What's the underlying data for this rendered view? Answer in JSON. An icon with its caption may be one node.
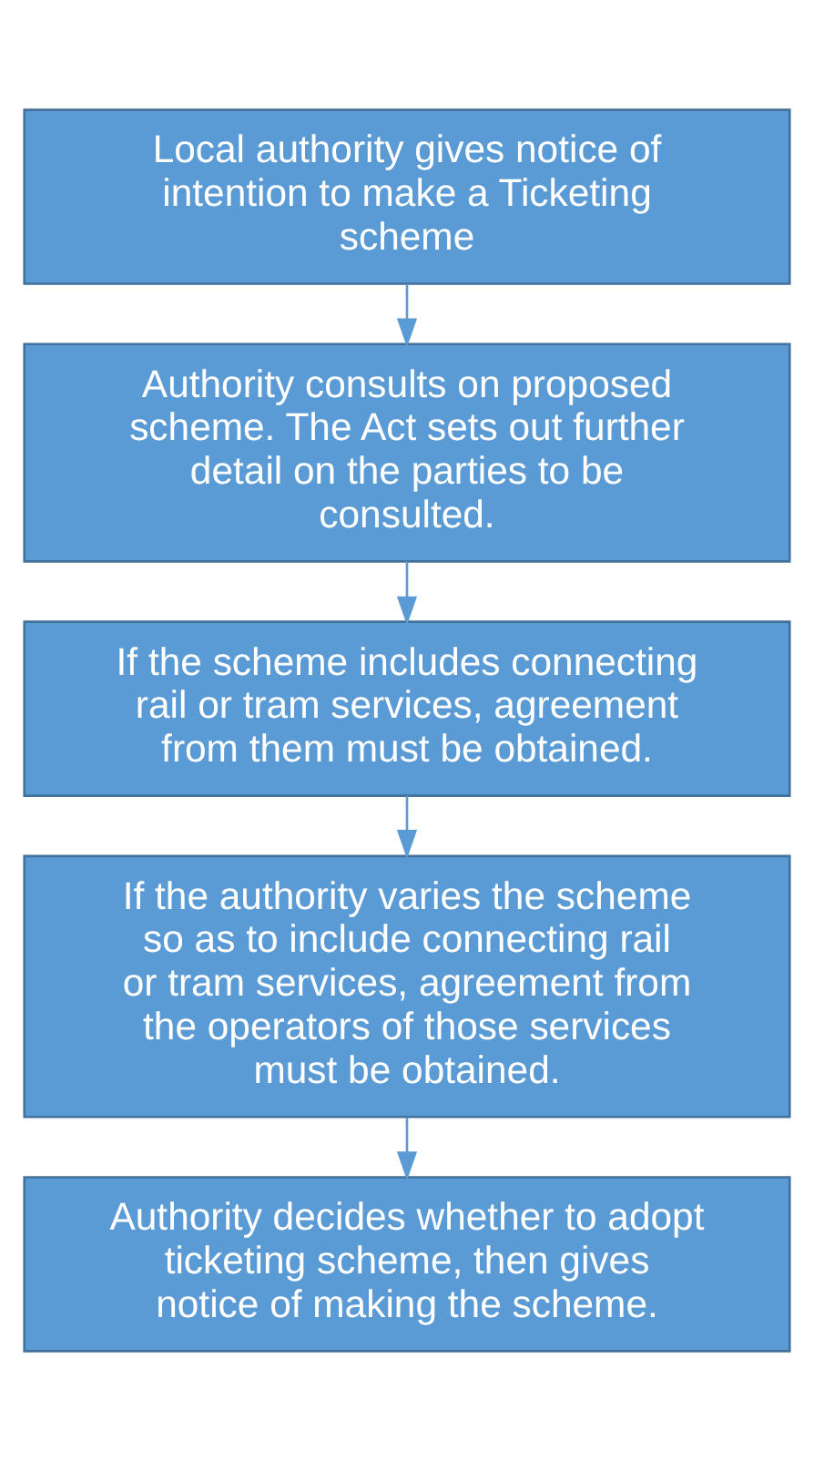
{
  "diagram": {
    "nodes": [
      {
        "text": [
          "Local authority gives notice of intention to make a Ticketing scheme"
        ]
      },
      {
        "text": [
          "Authority consults on proposed scheme. The Act sets out further detail on the parties to be consulted."
        ]
      },
      {
        "text": [
          "If the scheme includes connecting rail or tram services, agreement from them must be obtained."
        ]
      },
      {
        "text": [
          "If the authority varies the scheme so as to include connecting rail or tram services, agreement from the operators of those services must be obtained."
        ]
      },
      {
        "text": [
          "Authority decides whether to adopt ticketing scheme, then gives notice of making the scheme."
        ]
      }
    ],
    "edges": [
      {
        "from": 0,
        "to": 1,
        "arrow": "to"
      },
      {
        "from": 1,
        "to": 2,
        "arrow": "to"
      },
      {
        "from": 2,
        "to": 3,
        "arrow": "to"
      },
      {
        "from": 3,
        "to": 4,
        "arrow": "to"
      }
    ]
  }
}
